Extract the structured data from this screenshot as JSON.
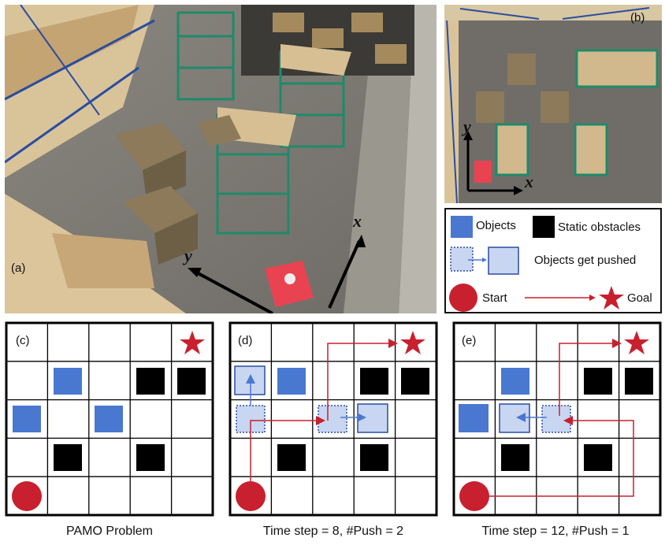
{
  "panels": {
    "a": {
      "label": "(a)"
    },
    "b": {
      "label": "(b)"
    },
    "c": {
      "label": "(c)",
      "caption": "PAMO Problem"
    },
    "d": {
      "label": "(d)",
      "caption": "Time step = 8, #Push = 2"
    },
    "e": {
      "label": "(e)",
      "caption": "Time step = 12, #Push = 1"
    }
  },
  "axes": {
    "x": "x",
    "y": "y"
  },
  "legend": {
    "objects": "Objects",
    "static_obstacles": "Static obstacles",
    "pushed": "Objects get pushed",
    "start": "Start",
    "goal": "Goal"
  },
  "colors": {
    "object": "#4a78d0",
    "obstacle": "#000000",
    "pushed_fill": "#c9d6f2",
    "path": "#c8202e",
    "push_arrow": "#4a78d0"
  },
  "grid": {
    "rows": 5,
    "cols": 5
  }
}
